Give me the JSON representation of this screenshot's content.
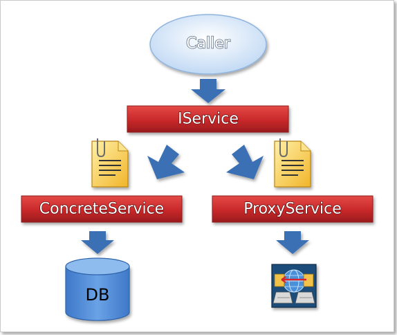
{
  "diagram": {
    "caller": {
      "label": "Caller"
    },
    "interface": {
      "label": "IService"
    },
    "concrete": {
      "label": "ConcreteService"
    },
    "proxy": {
      "label": "ProxyService"
    },
    "database": {
      "label": "DB"
    }
  },
  "colors": {
    "arrow": "#3b6fb4",
    "box_fill": "#c8282a",
    "box_edge": "#8e1a1a",
    "caller_fill": "#cfe3f8",
    "db_fill": "#4d89d6",
    "document_fill": "#f5c63b",
    "network_bg": "#1f4e7a"
  },
  "icons": [
    "document-icon",
    "network-computers-icon",
    "database-cylinder"
  ]
}
